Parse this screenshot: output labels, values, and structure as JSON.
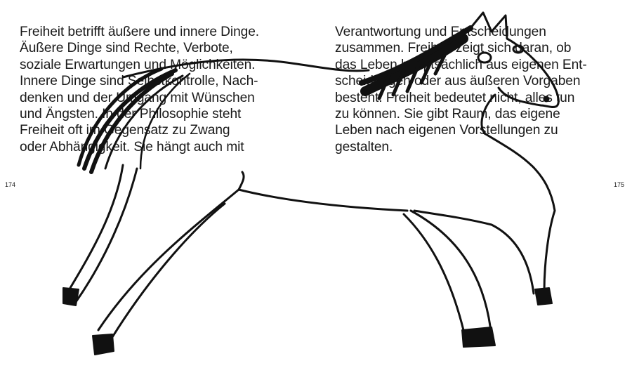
{
  "left_page": {
    "lines": [
      "Freiheit betrifft äußere und innere Dinge.",
      "Äußere Dinge sind Rechte, Verbote,",
      "soziale Erwartungen und Möglichkeiten.",
      "Innere Dinge sind Selbstkontrolle, Nach-",
      "denken und der Umgang mit Wünschen",
      "und Ängsten. In der Philosophie steht",
      "Freiheit oft im Gegensatz zu Zwang",
      "oder Abhängigkeit. Sie hängt auch mit"
    ],
    "page_number": "174"
  },
  "right_page": {
    "lines": [
      "Verantwortung und Entscheidungen",
      "zusammen. Freiheit zeigt sich daran, ob",
      "das Leben hauptsächlich aus eigenen Ent-",
      "scheidungen oder aus äußeren Vorgaben",
      "besteht. Freiheit bedeutet nicht, alles tun",
      "zu können. Sie gibt Raum, das eigene",
      "Leben nach eigenen Vorstellungen zu",
      "gestalten."
    ],
    "page_number": "175"
  },
  "illustration": {
    "icon": "horse-drawing-icon",
    "stroke_color": "#111111"
  }
}
